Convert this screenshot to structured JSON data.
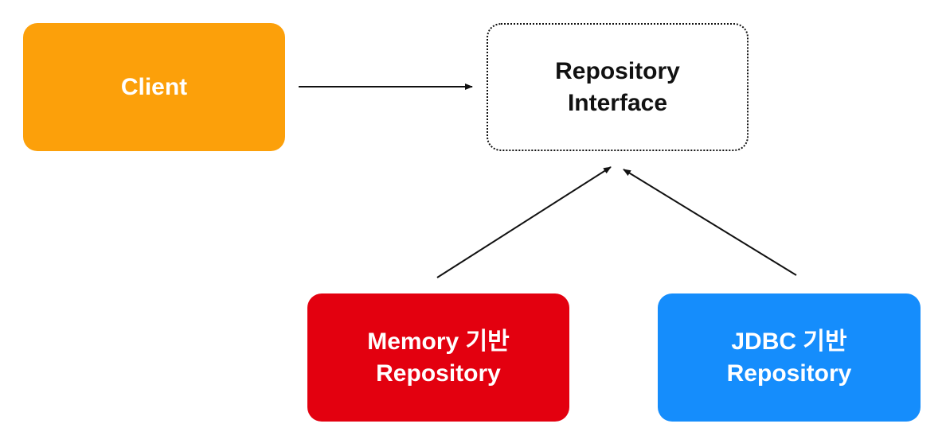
{
  "nodes": {
    "client": {
      "label": "Client",
      "fill": "#FCA00A",
      "text_color": "#FFFFFF"
    },
    "repository_interface": {
      "label": "Repository\nInterface",
      "fill": "#FFFFFF",
      "text_color": "#111111",
      "border_style": "dotted"
    },
    "memory_repository": {
      "label": "Memory 기반\nRepository",
      "fill": "#E3000F",
      "text_color": "#FFFFFF"
    },
    "jdbc_repository": {
      "label": "JDBC 기반\nRepository",
      "fill": "#158DFC",
      "text_color": "#FFFFFF"
    }
  },
  "edges": [
    {
      "from": "client",
      "to": "repository_interface"
    },
    {
      "from": "memory_repository",
      "to": "repository_interface"
    },
    {
      "from": "jdbc_repository",
      "to": "repository_interface"
    }
  ],
  "colors": {
    "line": "#111111"
  }
}
